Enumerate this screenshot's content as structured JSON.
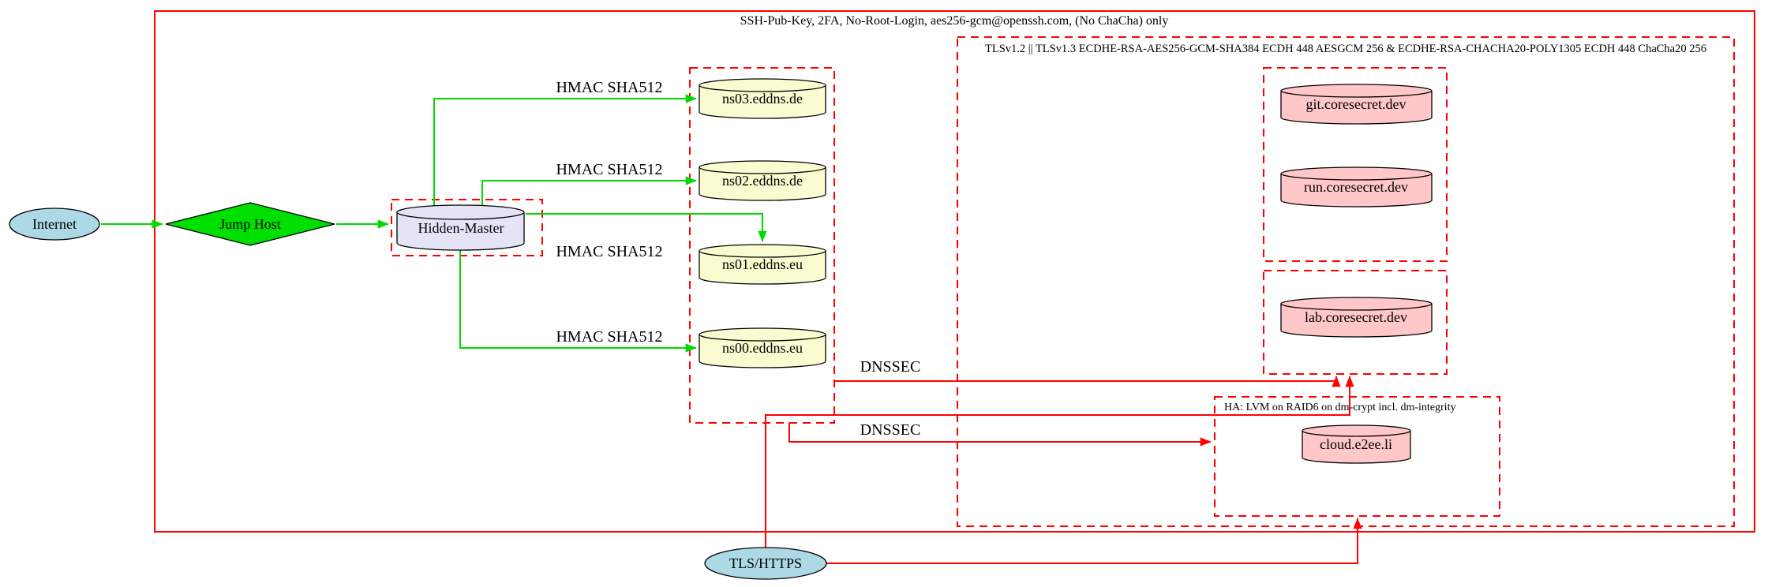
{
  "clusters": {
    "ssh": {
      "label": "SSH-Pub-Key, 2FA, No-Root-Login, aes256-gcm@openssh.com, (No ChaCha) only"
    },
    "tls": {
      "label": "TLSv1.2 || TLSv1.3 ECDHE-RSA-AES256-GCM-SHA384 ECDH 448 AESGCM 256 & ECDHE-RSA-CHACHA20-POLY1305 ECDH 448 ChaCha20 256"
    },
    "ha": {
      "label": "HA: LVM on RAID6 on dm-crypt incl. dm-integrity"
    }
  },
  "nodes": {
    "internet": {
      "label": "Internet",
      "shape": "ellipse",
      "fill": "#add8e6"
    },
    "jump_host": {
      "label": "Jump Host",
      "shape": "diamond",
      "fill": "#00e000"
    },
    "hidden_master": {
      "label": "Hidden-Master",
      "shape": "cylinder",
      "fill": "#e4e4f6"
    },
    "ns03": {
      "label": "ns03.eddns.de",
      "shape": "cylinder",
      "fill": "#fbfbd2"
    },
    "ns02": {
      "label": "ns02.eddns.de",
      "shape": "cylinder",
      "fill": "#fbfbd2"
    },
    "ns01": {
      "label": "ns01.eddns.eu",
      "shape": "cylinder",
      "fill": "#fbfbd2"
    },
    "ns00": {
      "label": "ns00.eddns.eu",
      "shape": "cylinder",
      "fill": "#fbfbd2"
    },
    "git": {
      "label": "git.coresecret.dev",
      "shape": "cylinder",
      "fill": "#ffc7c7"
    },
    "run": {
      "label": "run.coresecret.dev",
      "shape": "cylinder",
      "fill": "#ffc7c7"
    },
    "lab": {
      "label": "lab.coresecret.dev",
      "shape": "cylinder",
      "fill": "#ffc7c7"
    },
    "cloud": {
      "label": "cloud.e2ee.li",
      "shape": "cylinder",
      "fill": "#ffc7c7"
    },
    "tls_https": {
      "label": "TLS/HTTPS",
      "shape": "ellipse",
      "fill": "#add8e6"
    }
  },
  "edges": {
    "hmac_label": "HMAC SHA512",
    "dnssec_label": "DNSSEC",
    "secure_color": "#00d900",
    "tls_color": "#ff0000"
  },
  "colors": {
    "cluster_border": "#ff0000",
    "node_border": "#000000",
    "background": "#ffffff"
  }
}
